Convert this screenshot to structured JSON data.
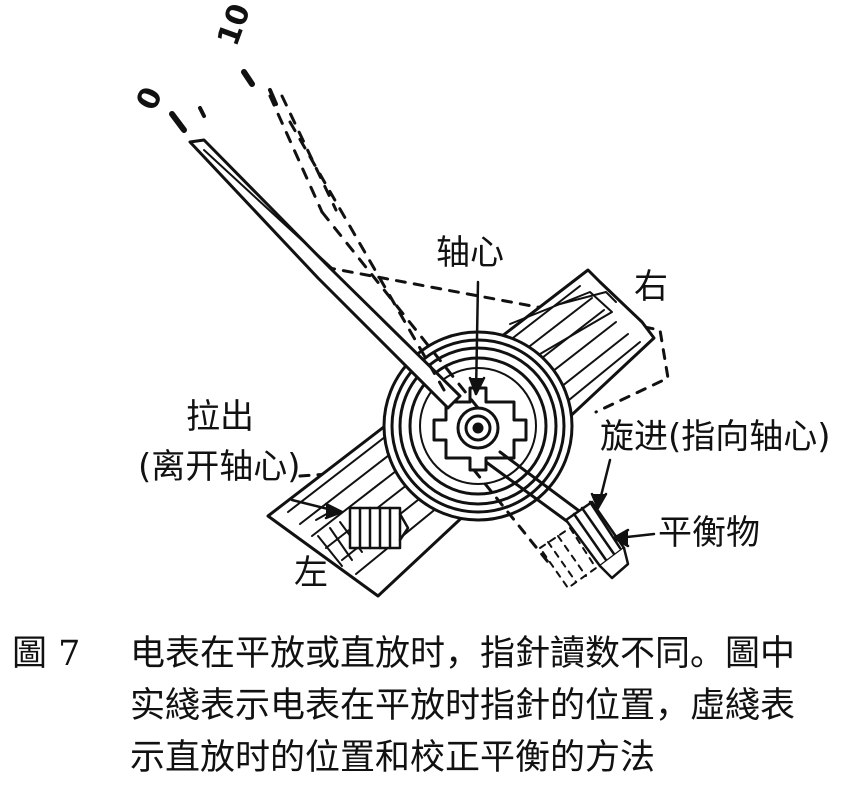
{
  "scale": {
    "zero": "0",
    "ten": "10"
  },
  "labels": {
    "axis_center": "轴心",
    "right": "右",
    "left": "左",
    "pull_out_line1": "拉出",
    "pull_out_line2": "(离开轴心)",
    "screw_in": "旋进(指向轴心)",
    "balance_weight": "平衡物"
  },
  "caption": {
    "figure_number": "圖 7",
    "line1": "电表在平放或直放时，指針讀数不同。圖中",
    "line2": "实綫表示电表在平放时指針的位置，虛綫表",
    "line3": "示直放时的位置和校正平衡的方法"
  }
}
